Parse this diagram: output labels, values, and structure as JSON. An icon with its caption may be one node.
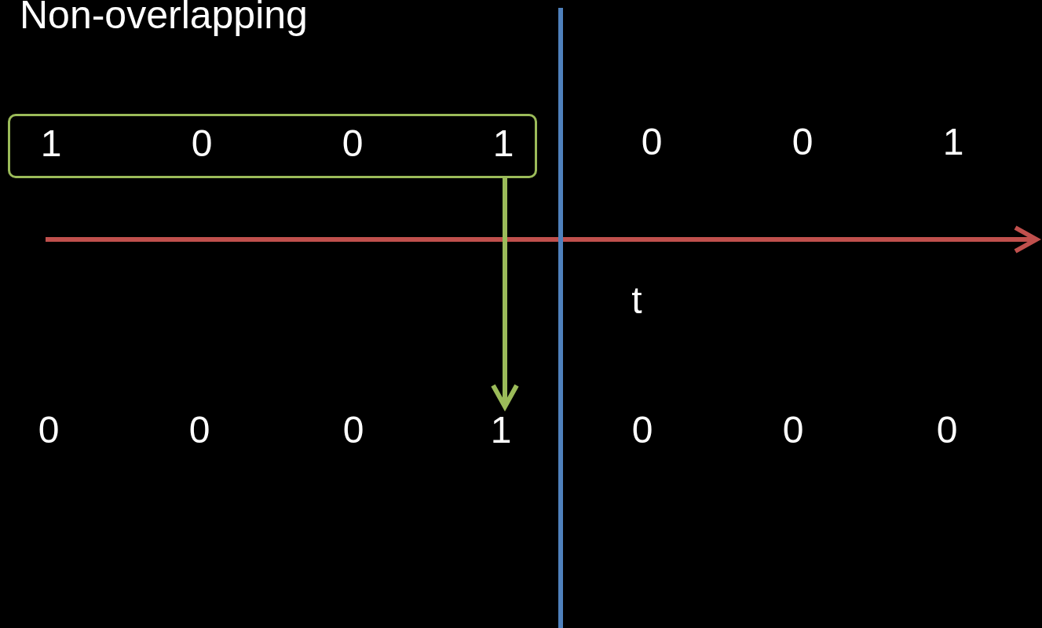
{
  "diagram": {
    "title": "Non-overlapping",
    "nodes": [
      {
        "text": [
          "1",
          "0",
          "0",
          "1"
        ]
      },
      {
        "text": [
          "1"
        ]
      }
    ],
    "edges": [
      {
        "from": 0,
        "to": 1,
        "arrow": "to"
      }
    ],
    "labels": [
      "0",
      "0",
      "1",
      "t",
      "0",
      "0",
      "0",
      "0",
      "0",
      "0"
    ]
  }
}
